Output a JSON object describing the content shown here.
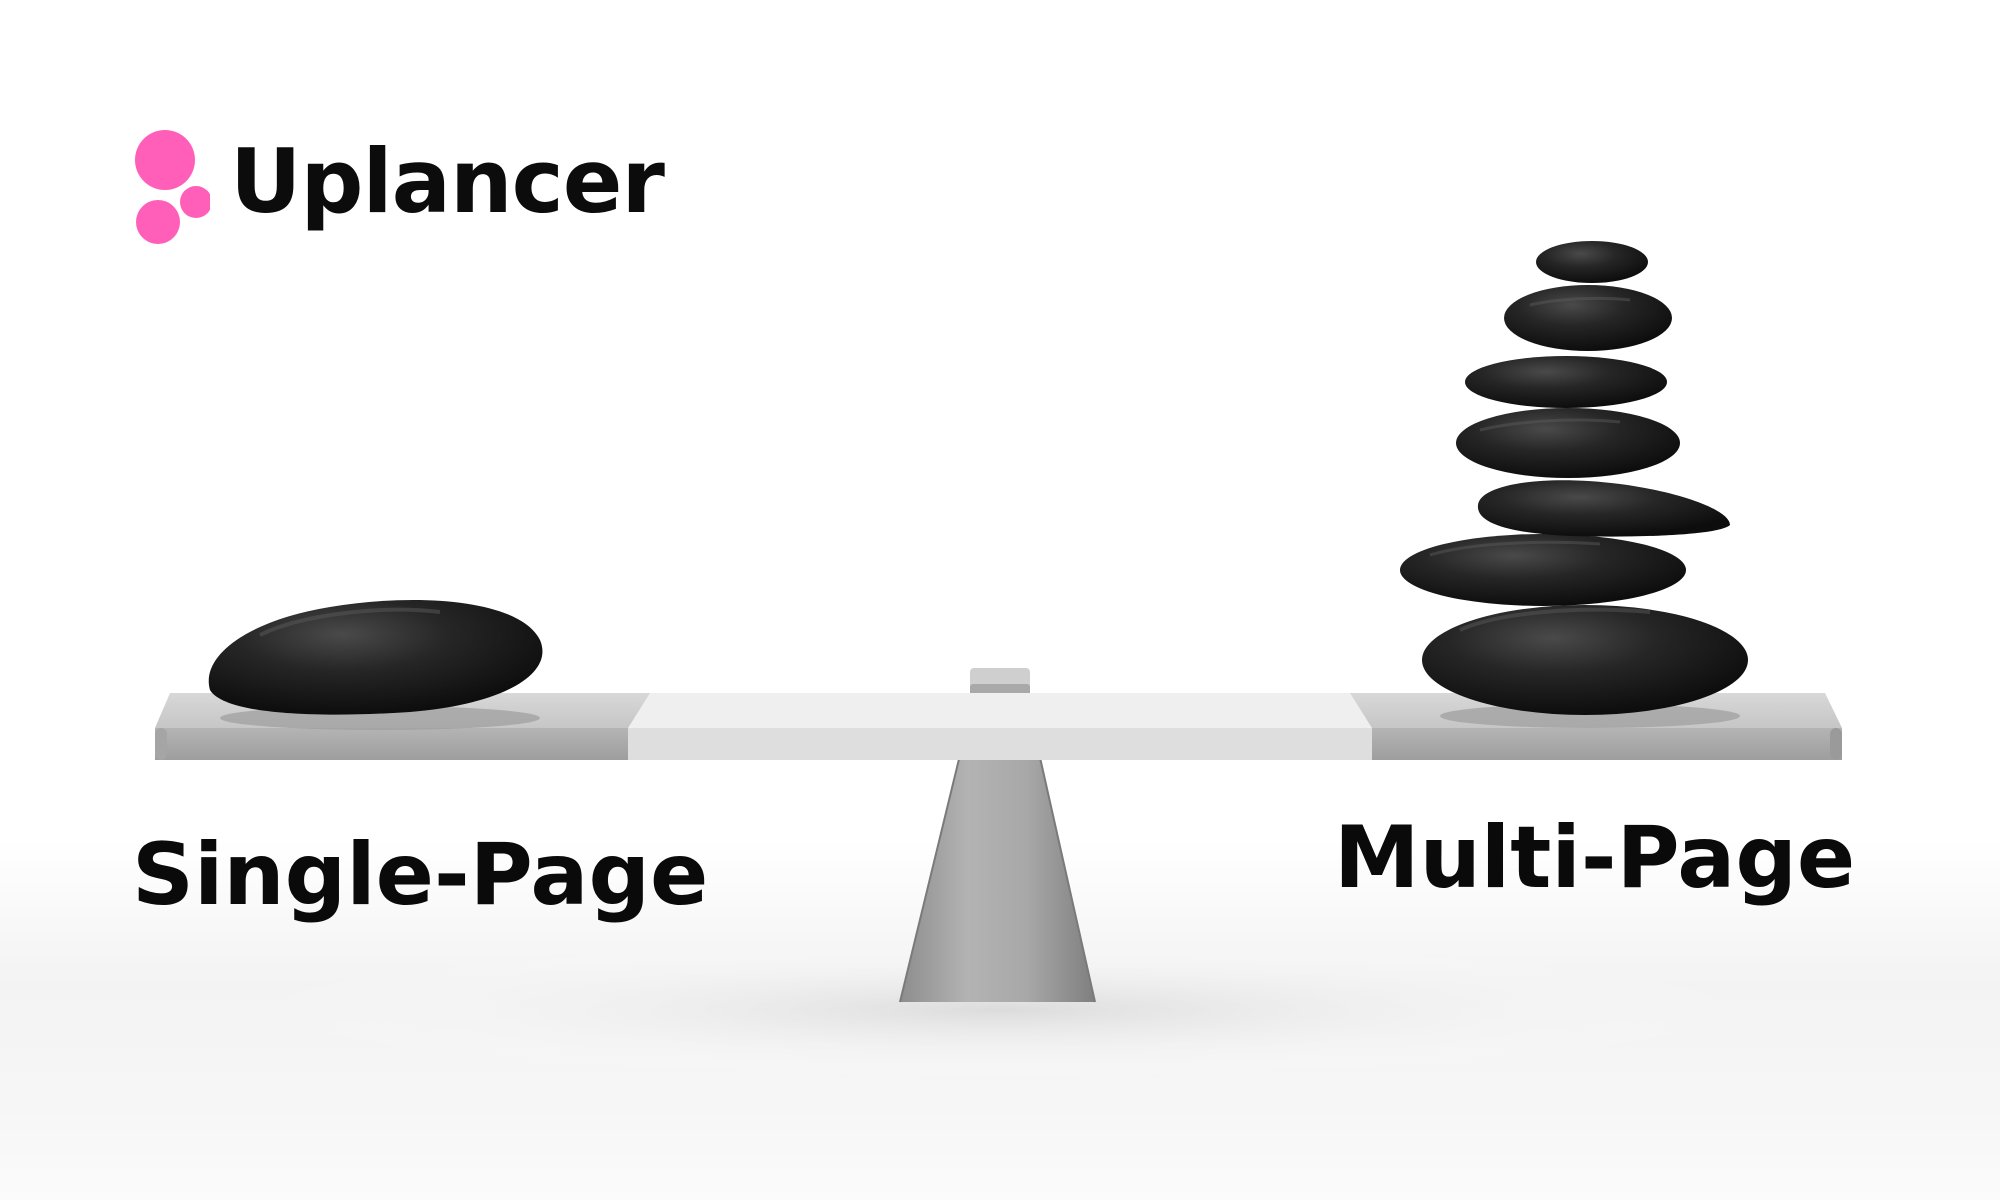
{
  "brand": {
    "name": "Uplancer",
    "accent_color": "#ff5fb8"
  },
  "labels": {
    "left": "Single-Page",
    "right": "Multi-Page"
  },
  "illustration": {
    "subject": "seesaw-balance-with-stones",
    "stone_color": "#1b1b1b",
    "board_color": "#bdbdbd"
  }
}
